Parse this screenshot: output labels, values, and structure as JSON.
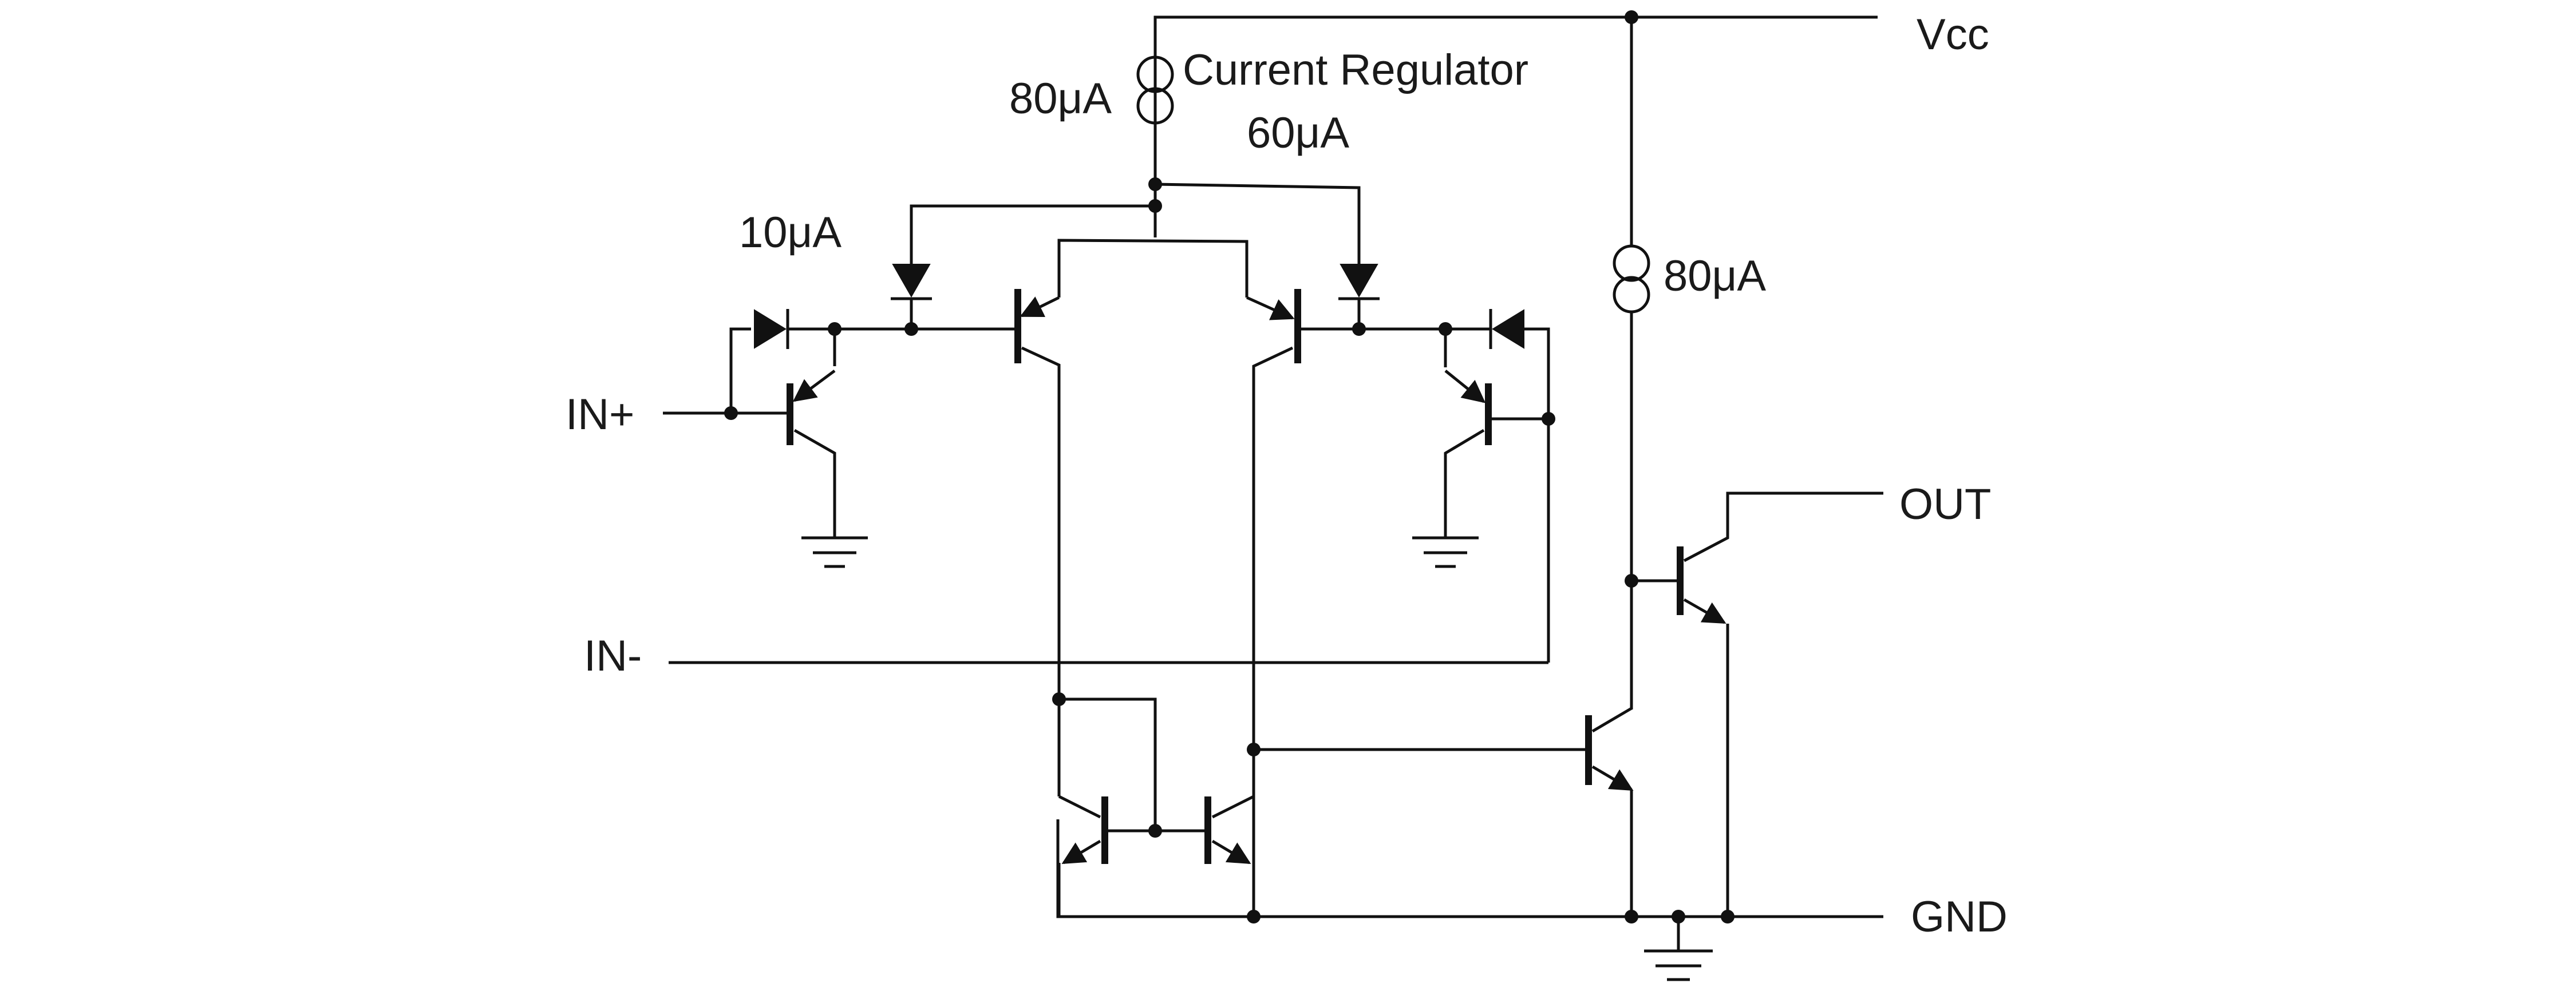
{
  "labels": {
    "vcc": "Vcc",
    "gnd": "GND",
    "out": "OUT",
    "in_plus": "IN+",
    "in_minus": "IN-",
    "current_regulator": "Current Regulator",
    "source_top": "80μA",
    "source_right": "80μA",
    "i_60": "60μA",
    "i_10": "10μA"
  },
  "colors": {
    "ink": "#111111",
    "background": "#ffffff"
  }
}
